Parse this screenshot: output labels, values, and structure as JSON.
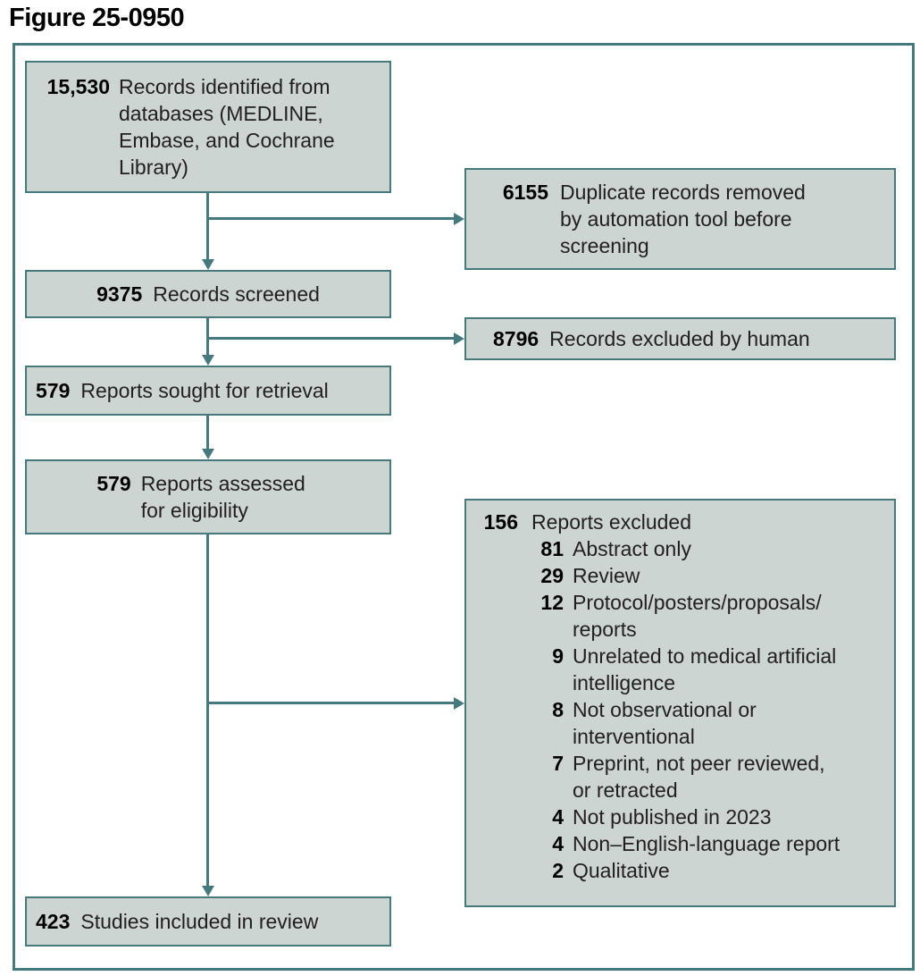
{
  "figure": {
    "title": "Figure 25-0950"
  },
  "colors": {
    "accent_teal": "#45797d",
    "box_fill": "#cdd5d2",
    "text": "#211e1f",
    "background": "#ffffff"
  },
  "boxes": {
    "records_identified": {
      "count": "15,530",
      "lines": [
        "Records identified from",
        "databases (MEDLINE,",
        "Embase, and Cochrane",
        "Library)"
      ]
    },
    "duplicates_removed": {
      "count": "6155",
      "lines": [
        "Duplicate records removed",
        "by automation tool before",
        "screening"
      ]
    },
    "records_screened": {
      "count": "9375",
      "lines": [
        "Records screened"
      ]
    },
    "records_excluded_human": {
      "count": "8796",
      "lines": [
        "Records excluded by human"
      ]
    },
    "reports_sought": {
      "count": "579",
      "lines": [
        "Reports sought for retrieval"
      ]
    },
    "reports_assessed": {
      "count": "579",
      "lines": [
        "Reports assessed",
        "for eligibility"
      ]
    },
    "reports_excluded": {
      "count": "156",
      "label": "Reports excluded",
      "items": [
        {
          "count": "81",
          "lines": [
            "Abstract only"
          ]
        },
        {
          "count": "29",
          "lines": [
            "Review"
          ]
        },
        {
          "count": "12",
          "lines": [
            "Protocol/posters/proposals/",
            "reports"
          ]
        },
        {
          "count": "9",
          "lines": [
            "Unrelated to medical artificial",
            "intelligence"
          ]
        },
        {
          "count": "8",
          "lines": [
            "Not observational or",
            "interventional"
          ]
        },
        {
          "count": "7",
          "lines": [
            "Preprint, not peer reviewed,",
            "or retracted"
          ]
        },
        {
          "count": "4",
          "lines": [
            "Not published in 2023"
          ]
        },
        {
          "count": "4",
          "lines": [
            "Non–English-language report"
          ]
        },
        {
          "count": "2",
          "lines": [
            "Qualitative"
          ]
        }
      ]
    },
    "studies_included": {
      "count": "423",
      "lines": [
        "Studies included in review"
      ]
    }
  }
}
